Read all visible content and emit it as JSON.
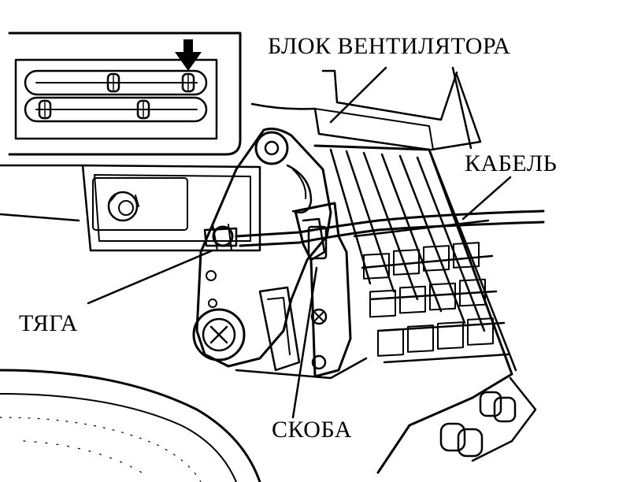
{
  "labels": {
    "fan_unit": "БЛОК ВЕНТИЛЯТОРА",
    "cable": "КАБЕЛЬ",
    "rod": "ТЯГА",
    "bracket": "СКОБА"
  },
  "colors": {
    "ink": "#000000",
    "paper": "#ffffff"
  },
  "inset": {
    "description_icon": "down-arrow-icon",
    "slider_count": 4
  }
}
